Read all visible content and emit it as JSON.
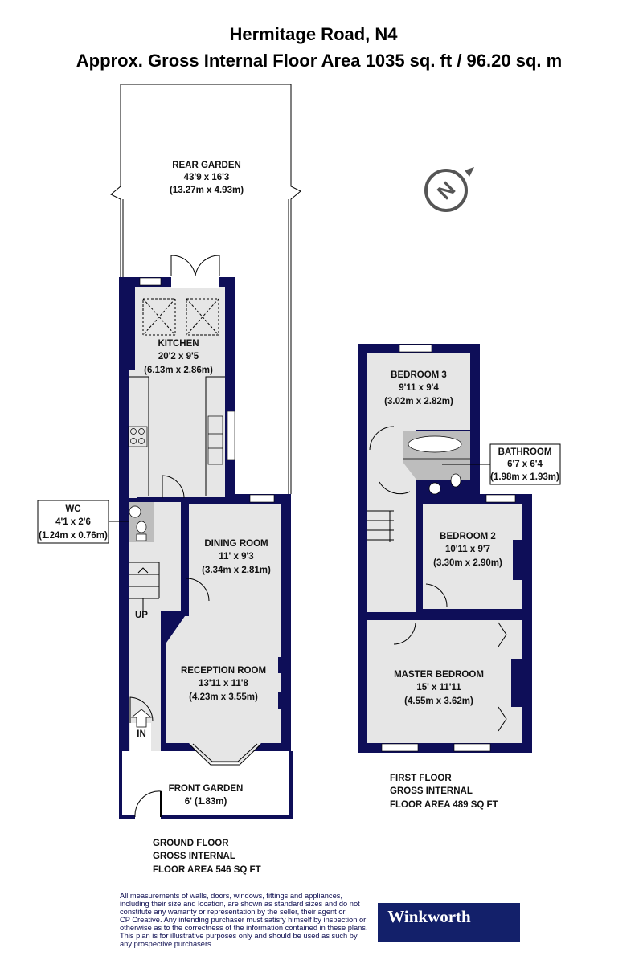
{
  "header": {
    "title": "Hermitage Road, N4",
    "subtitle": "Approx. Gross Internal Floor Area 1035 sq. ft / 96.20 sq. m"
  },
  "ground_floor": {
    "rooms": {
      "rear_garden": {
        "name": "REAR GARDEN",
        "imperial": "43'9 x 16'3",
        "metric": "(13.27m x 4.93m)"
      },
      "kitchen": {
        "name": "KITCHEN",
        "imperial": "20'2 x 9'5",
        "metric": "(6.13m x 2.86m)"
      },
      "wc": {
        "name": "WC",
        "imperial": "4'1 x 2'6",
        "metric": "(1.24m x 0.76m)"
      },
      "dining": {
        "name": "DINING ROOM",
        "imperial": "11' x 9'3",
        "metric": "(3.34m x 2.81m)"
      },
      "reception": {
        "name": "RECEPTION ROOM",
        "imperial": "13'11 x 11'8",
        "metric": "(4.23m x 3.55m)"
      },
      "front_garden": {
        "name": "FRONT GARDEN",
        "imperial": "6' (1.83m)"
      }
    },
    "stairs_label": "UP",
    "entrance_label": "IN",
    "area_lines": [
      "GROUND FLOOR",
      "GROSS INTERNAL",
      "FLOOR AREA 546 SQ FT"
    ]
  },
  "first_floor": {
    "rooms": {
      "bedroom3": {
        "name": "BEDROOM 3",
        "imperial": "9'11 x 9'4",
        "metric": "(3.02m x 2.82m)"
      },
      "bathroom": {
        "name": "BATHROOM",
        "imperial": "6'7 x 6'4",
        "metric": "(1.98m x 1.93m)"
      },
      "bedroom2": {
        "name": "BEDROOM 2",
        "imperial": "10'11 x 9'7",
        "metric": "(3.30m x 2.90m)"
      },
      "master": {
        "name": "MASTER BEDROOM",
        "imperial": "15' x 11'11",
        "metric": "(4.55m x 3.62m)"
      }
    },
    "area_lines": [
      "FIRST FLOOR",
      "GROSS INTERNAL",
      "FLOOR AREA 489 SQ FT"
    ]
  },
  "compass": {
    "letter": "N",
    "icon": "compass-north-icon"
  },
  "disclaimer": [
    "All measurements of walls, doors, windows, fittings and appliances,",
    "including their size and location, are shown as standard sizes and do not",
    "constitute any warranty or representation by the seller, their agent or",
    "CP Creative. Any intending purchaser must satisfy himself by inspection or",
    "otherwise as to the correctness of the information contained in these plans.",
    "This plan is for illustrative purposes only and should be used as such by",
    "any prospective purchasers."
  ],
  "logo": {
    "text": "Winkworth",
    "bg": "#13206a"
  },
  "colors": {
    "wall": "#0e0e58",
    "floor": "#e6e6e6",
    "bathroom": "#bdbdbd"
  }
}
